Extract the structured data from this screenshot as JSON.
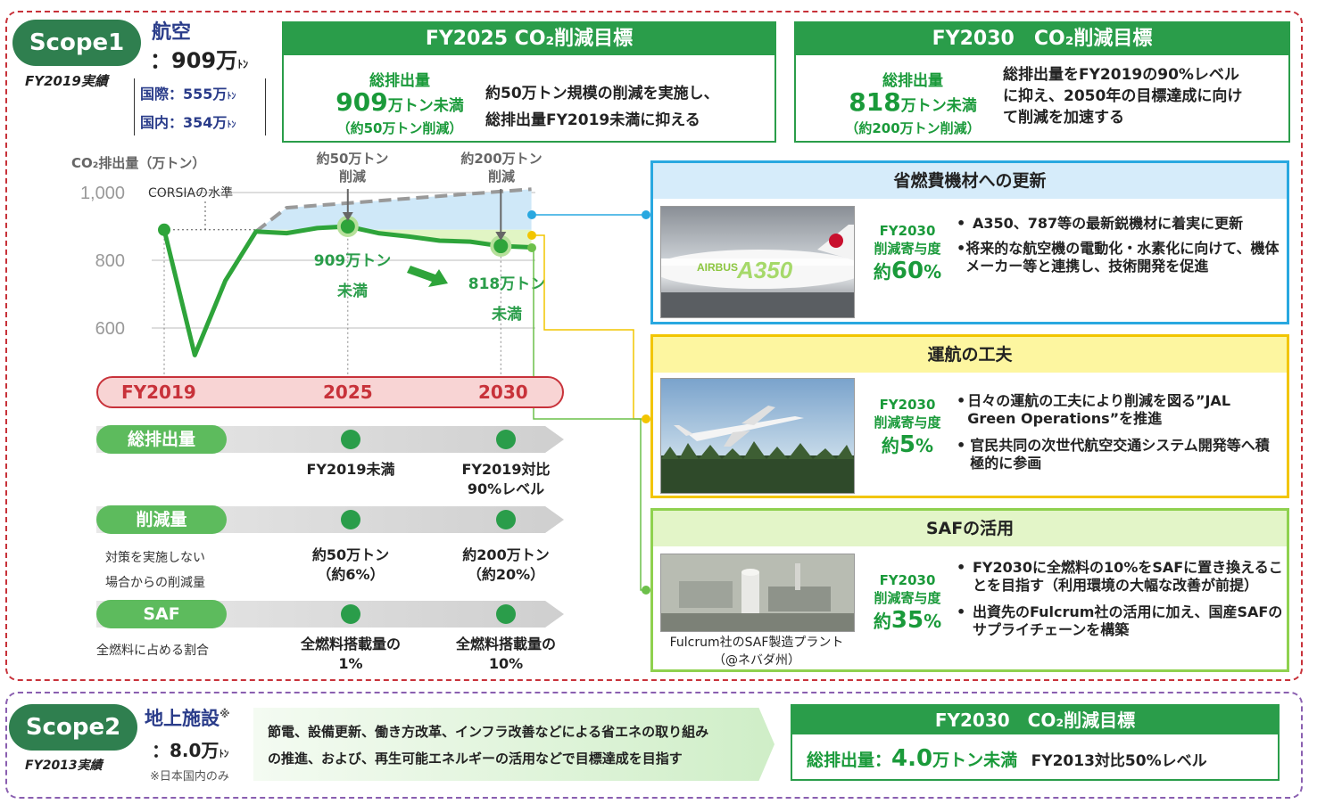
{
  "scope1": {
    "pill": "Scope1",
    "category": "航空",
    "total": "：909万",
    "total_unit": "ﾄﾝ",
    "basis": "FY2019実績",
    "breakdown": [
      {
        "label": "国際：555万",
        "unit": "ﾄﾝ"
      },
      {
        "label": "国内：354万",
        "unit": "ﾄﾝ"
      }
    ]
  },
  "fy2025_target": {
    "title": "FY2025 CO₂削減目標",
    "emission_label": "総排出量",
    "emission_value": "909",
    "emission_unit": "万トン未満",
    "reduction": "（約50万トン削減）",
    "desc_line1": "約50万トン規模の削減を実施し、",
    "desc_line2": "総排出量FY2019未満に抑える"
  },
  "fy2030_target": {
    "title": "FY2030　CO₂削減目標",
    "emission_label": "総排出量",
    "emission_value": "818",
    "emission_unit": "万トン未満",
    "reduction": "（約200万トン削減）",
    "desc_line1": "総排出量をFY2019の90%レベル",
    "desc_line2": "に抑え、2050年の目標達成に向け",
    "desc_line3": "て削減を加速する"
  },
  "chart_data": {
    "type": "line",
    "ylabel": "CO₂排出量（万トン）",
    "yticks": [
      1000,
      800,
      600
    ],
    "ylim": [
      500,
      1040
    ],
    "corsia_label": "CORSIAの水準",
    "corsia_level": 890,
    "series": [
      {
        "name": "",
        "x": [
          2019,
          2020,
          2021,
          2022,
          2023,
          2024,
          2025,
          2026,
          2027,
          2028,
          2029,
          2030,
          2031
        ],
        "values": [
          890,
          520,
          740,
          885,
          880,
          895,
          900,
          880,
          870,
          858,
          855,
          842,
          838
        ]
      }
    ],
    "baseline_without_measures": {
      "x": [
        2022,
        2023,
        2031
      ],
      "values": [
        885,
        955,
        1010
      ]
    },
    "annotations": [
      {
        "x": 2025,
        "text": "約50万トン削減"
      },
      {
        "x": 2030,
        "text": "約200万トン削減"
      },
      {
        "x": 2025,
        "text": "909万トン未満"
      },
      {
        "x": 2030,
        "text": "818万トン未満"
      }
    ],
    "ann_50_l1": "約50万トン",
    "ann_50_l2": "削減",
    "ann_200_l1": "約200万トン",
    "ann_200_l2": "削減",
    "lbl_909_l1": "909万トン",
    "lbl_909_l2": "未満",
    "lbl_818_l1": "818万トン",
    "lbl_818_l2": "未満"
  },
  "timeline": {
    "years": [
      "FY2019",
      "2025",
      "2030"
    ],
    "rows": [
      {
        "label": "総排出量",
        "note_line1": "",
        "note_line2": "",
        "y2025": [
          "FY2019未満"
        ],
        "y2030": [
          "FY2019対比",
          "90%レベル"
        ]
      },
      {
        "label": "削減量",
        "note_line1": "対策を実施しない",
        "note_line2": "場合からの削減量",
        "y2025": [
          "約50万トン",
          "（約6%）"
        ],
        "y2030": [
          "約200万トン",
          "（約20%）"
        ]
      },
      {
        "label": "SAF",
        "note_line1": "全燃料に占める割合",
        "note_line2": "",
        "y2025": [
          "全燃料搭載量の",
          "1%"
        ],
        "y2030": [
          "全燃料搭載量の",
          "10%"
        ]
      }
    ]
  },
  "measures": [
    {
      "title": "省燃費機材への更新",
      "contrib_l1": "FY2030",
      "contrib_l2": "削減寄与度",
      "contrib_prefix": "約",
      "contrib_value": "60",
      "contrib_suffix": "%",
      "bullets": [
        "A350、787等の最新鋭機材に着実に更新",
        "将来的な航空機の電動化・水素化に向けて、機体メーカー等と連携し、技術開発を促進"
      ],
      "color": "#29a8e0",
      "head_bg": "#d6ecfa",
      "photo_caption": ""
    },
    {
      "title": "運航の工夫",
      "contrib_l1": "FY2030",
      "contrib_l2": "削減寄与度",
      "contrib_prefix": "約",
      "contrib_value": "5",
      "contrib_suffix": "%",
      "bullets": [
        "日々の運航の工夫により削減を図る”JAL Green Operations”を推進",
        "官民共同の次世代航空交通システム開発等へ積極的に参画"
      ],
      "color": "#f2c500",
      "head_bg": "#fdf6a0",
      "photo_caption": ""
    },
    {
      "title": "SAFの活用",
      "contrib_l1": "FY2030",
      "contrib_l2": "削減寄与度",
      "contrib_prefix": "約",
      "contrib_value": "35",
      "contrib_suffix": "%",
      "bullets": [
        "FY2030に全燃料の10%をSAFに置き換えることを目指す（利用環境の大幅な改善が前提）",
        "出資先のFulcrum社の活用に加え、国産SAFのサプライチェーンを構築"
      ],
      "color": "#8fd14f",
      "head_bg": "#e3f5c8",
      "photo_caption": "Fulcrum社のSAF製造プラント（@ネバダ州）"
    }
  ],
  "photo_texts": {
    "airbus": "AIRBUS",
    "a350": "A350"
  },
  "scope2": {
    "pill": "Scope2",
    "category": "地上施設",
    "category_mark": "※",
    "total": "：8.0万",
    "total_unit": "ﾄﾝ",
    "basis": "FY2013実績",
    "footnote": "※日本国内のみ",
    "measures_line1": "節電、設備更新、働き方改革、インフラ改善などによる省エネの取り組み",
    "measures_line2": "の推進、および、再生可能エネルギーの活用などで目標達成を目指す",
    "target_title": "FY2030　CO₂削減目標",
    "target_label": "総排出量：",
    "target_value": "4.0",
    "target_unit": "万トン未満",
    "target_compare": "FY2013対比50%レベル"
  }
}
